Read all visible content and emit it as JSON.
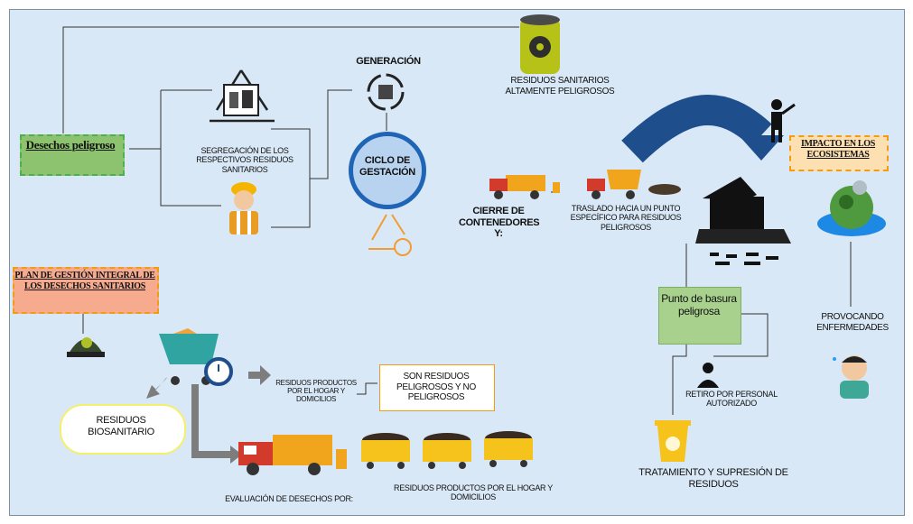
{
  "colors": {
    "background": "#d9e8f6",
    "arrow_blue": "#1f4e8c",
    "dashed_green": "#4caf50",
    "dashed_orange": "#f39c12"
  },
  "header": {
    "residuos_top": "RESIDUOS SANITARIOS ALTAMENTE PELIGROSOS"
  },
  "left": {
    "desechos_label": "Desechos peligroso",
    "segregacion": "SEGREGACIÓN DE LOS RESPECTIVOS RESIDUOS SANITARIOS",
    "generacion": "GENERACIÓN",
    "ciclo": "CICLO DE GESTACIÓN"
  },
  "middle": {
    "cierre": "CIERRE DE CONTENEDORES Y:",
    "traslado": "TRASLADO HACIA UN PUNTO ESPECÍFICO PARA RESIDUOS PELIGROSOS",
    "punto": "Punto de basura peligrosa",
    "retiro": "RETIRO POR PERSONAL AUTORIZADO",
    "tratamiento": "TRATAMIENTO Y SUPRESIÓN DE RESIDUOS"
  },
  "right": {
    "impacto": "IMPACTO EN LOS ECOSISTEMAS",
    "provocando": "PROVOCANDO ENFERMEDADES"
  },
  "plan": {
    "title": "PLAN DE GESTIÓN INTEGRAL DE LOS DESECHOS SANITARIOS",
    "residuos_productos": "RESIDUOS PRODUCTOS POR EL HOGAR Y DOMICILIOS",
    "son_residuos": "SON RESIDUOS PELIGROSOS Y NO PELIGROSOS",
    "biosanitario": "RESIDUOS BIOSANITARIO",
    "evaluacion": "EVALUACIÓN DE DESECHOS POR:",
    "residuos_productos_2": "RESIDUOS PRODUCTOS POR EL HOGAR Y DOMICILIOS"
  }
}
